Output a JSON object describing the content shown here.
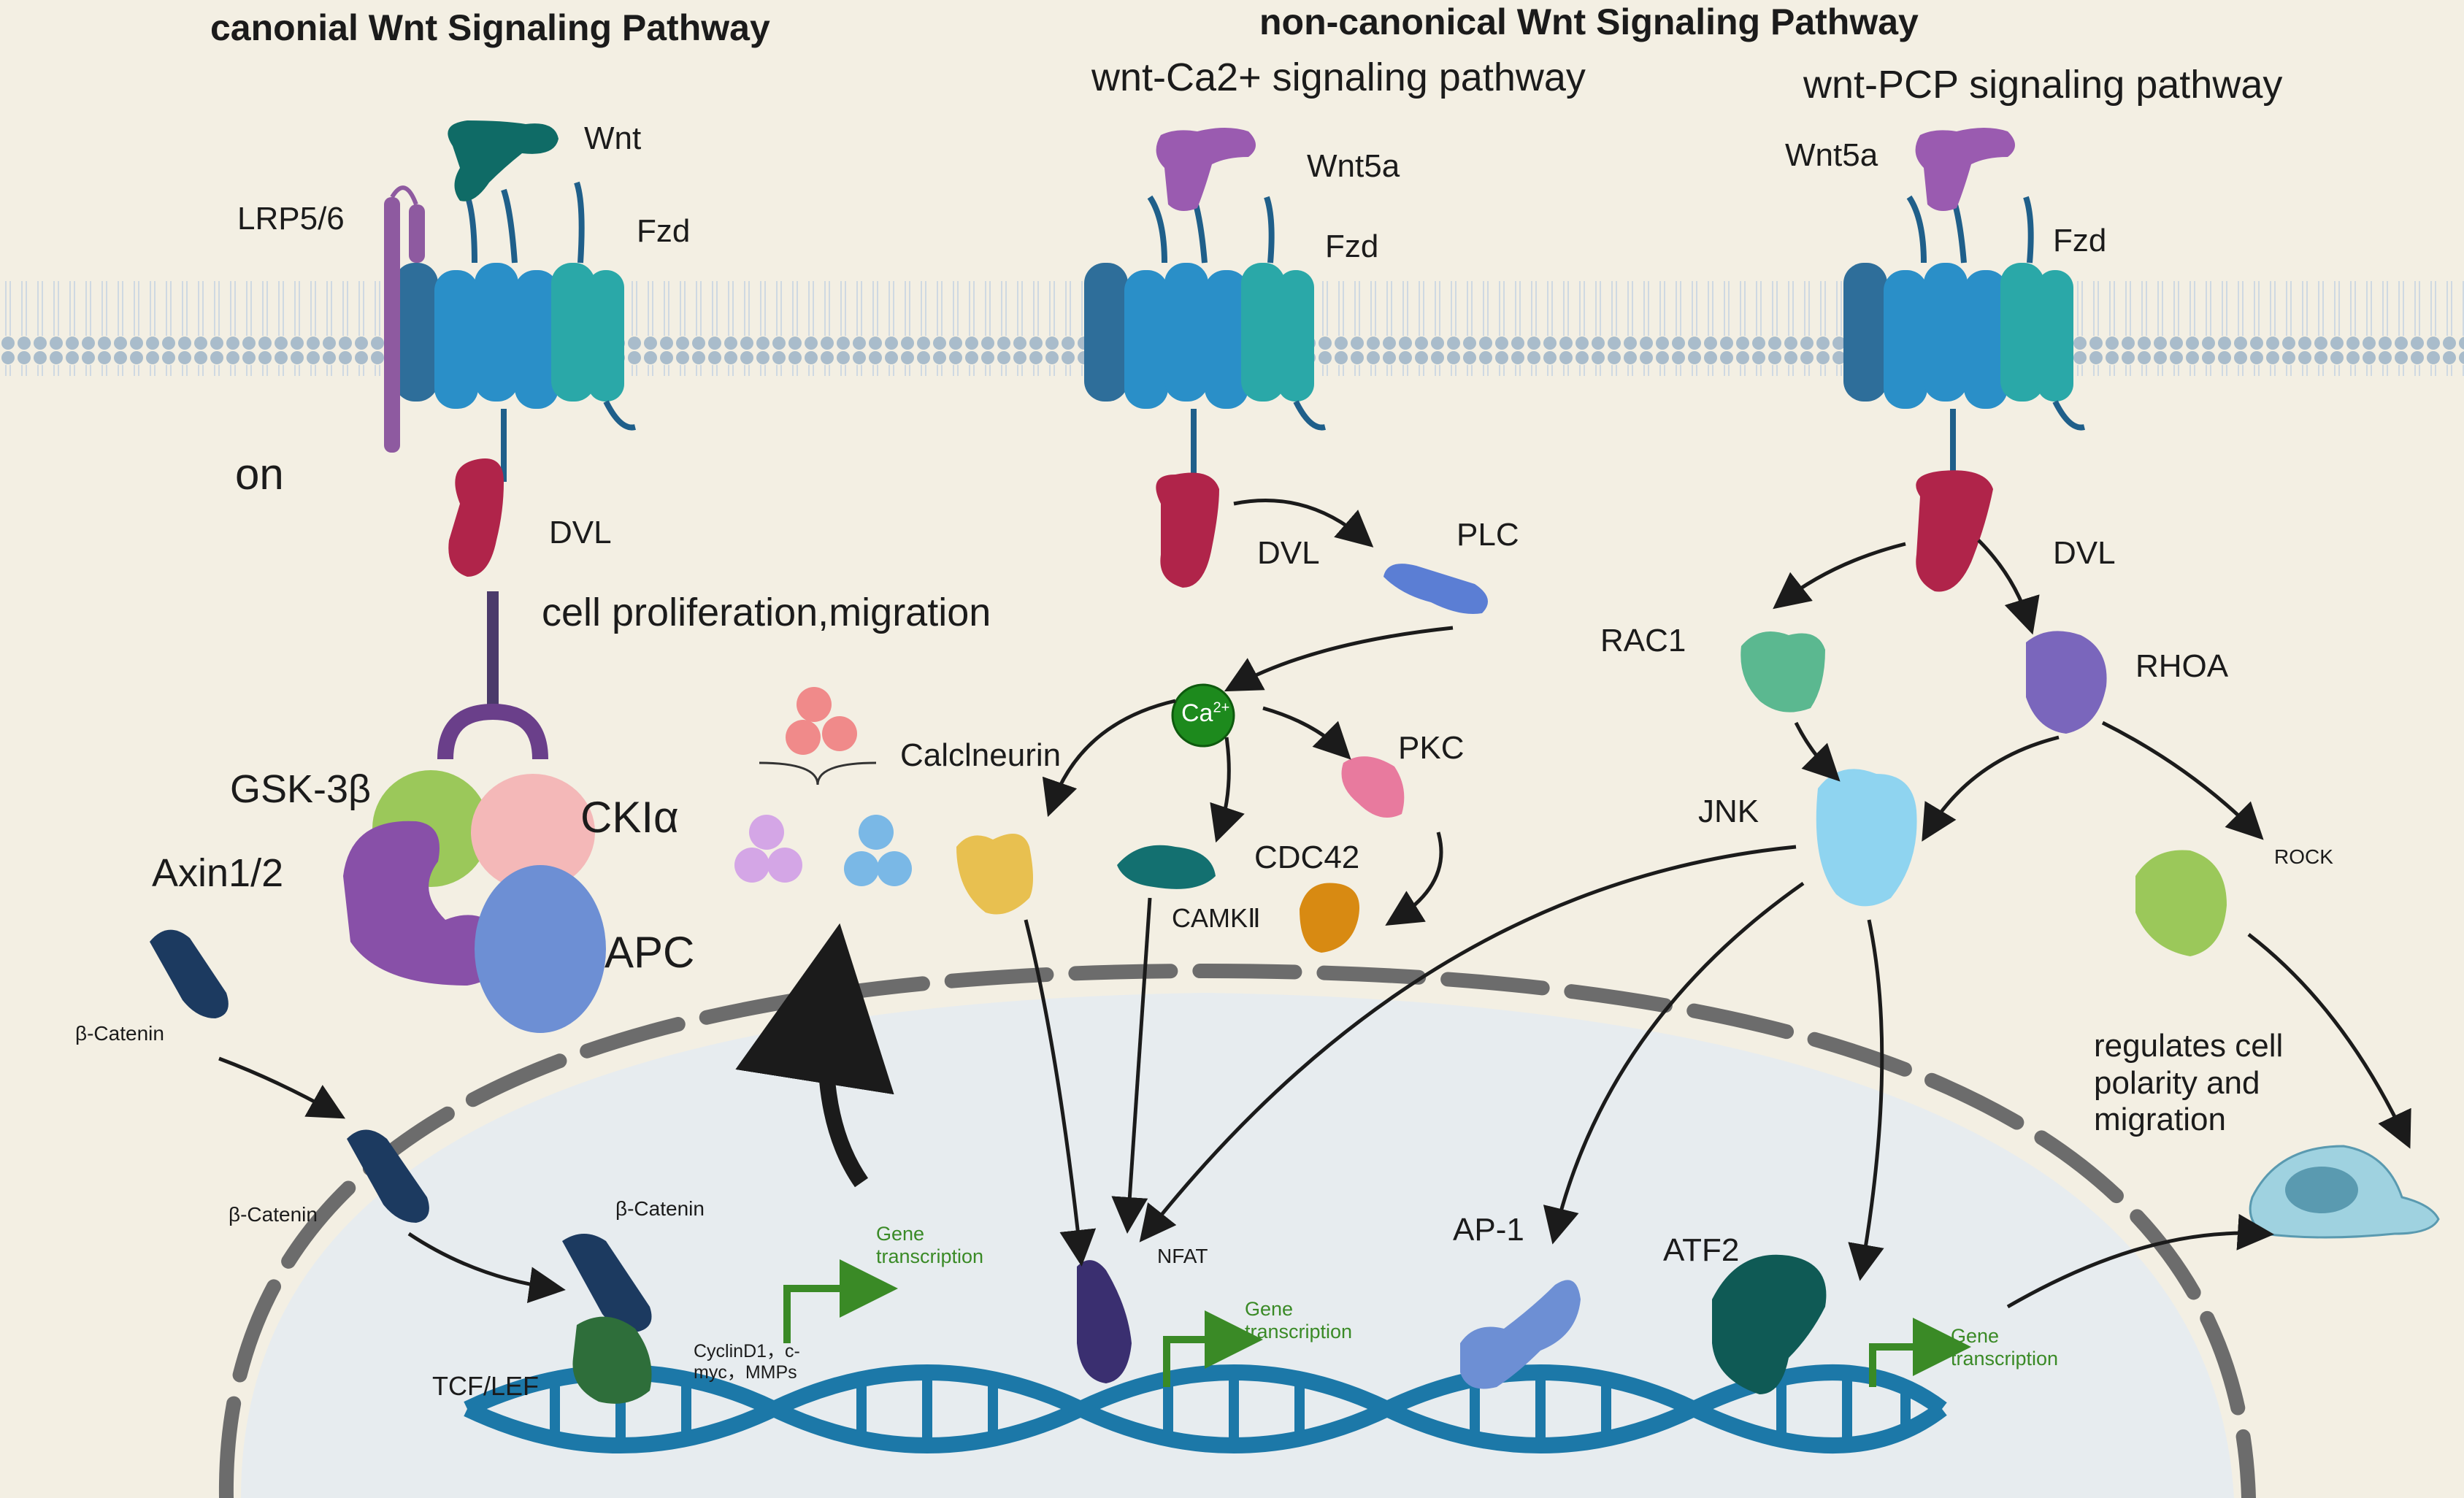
{
  "titles": {
    "canonical": "canonial Wnt Signaling Pathway",
    "noncanonical": "non-canonical Wnt Signaling Pathway",
    "ca": "wnt-Ca2+ signaling pathway",
    "pcp": "wnt-PCP signaling pathway"
  },
  "canonical": {
    "wnt": "Wnt",
    "lrp": "LRP5/6",
    "fzd": "Fzd",
    "on": "on",
    "dvl": "DVL",
    "outcome": "cell proliferation,migration",
    "gsk": "GSK-3β",
    "ckia": "CKIα",
    "axin": "Axin1/2",
    "apc": "APC",
    "bcat1": "β-Catenin",
    "bcat2": "β-Catenin",
    "bcat3": "β-Catenin",
    "tcf": "TCF/LEF",
    "targets_line1": "CyclinD1，c-",
    "targets_line2": "myc，MMPs",
    "gene_line1": "Gene",
    "gene_line2": "transcription"
  },
  "ca_pathway": {
    "wnt5a": "Wnt5a",
    "fzd": "Fzd",
    "dvl": "DVL",
    "plc": "PLC",
    "ca": "Ca",
    "ca_sup": "2+",
    "calcineurin": "Calclneurin",
    "pkc": "PKC",
    "camk": "CAMKⅡ",
    "cdc42": "CDC42",
    "nfat": "NFAT",
    "gene_line1": "Gene",
    "gene_line2": "transcription"
  },
  "pcp_pathway": {
    "wnt5a": "Wnt5a",
    "fzd": "Fzd",
    "dvl": "DVL",
    "rac1": "RAC1",
    "rhoa": "RHOA",
    "jnk": "JNK",
    "rock": "ROCK",
    "outcome_line1": "regulates cell",
    "outcome_line2": "polarity and",
    "outcome_line3": "migration",
    "ap1": "AP-1",
    "atf2": "ATF2",
    "gene_line1": "Gene",
    "gene_line2": "transcription"
  },
  "colors": {
    "background": "#f3efe3",
    "membrane": "#a9bccb",
    "receptor": "#2a8fc8",
    "dvl": "#b0244a",
    "wnt": "#0f6b66",
    "wnt5a": "#9a5bb0",
    "nucleus": "#e7ecef",
    "dna": "#1c78a8",
    "gene_arrow": "#3a8a26"
  }
}
